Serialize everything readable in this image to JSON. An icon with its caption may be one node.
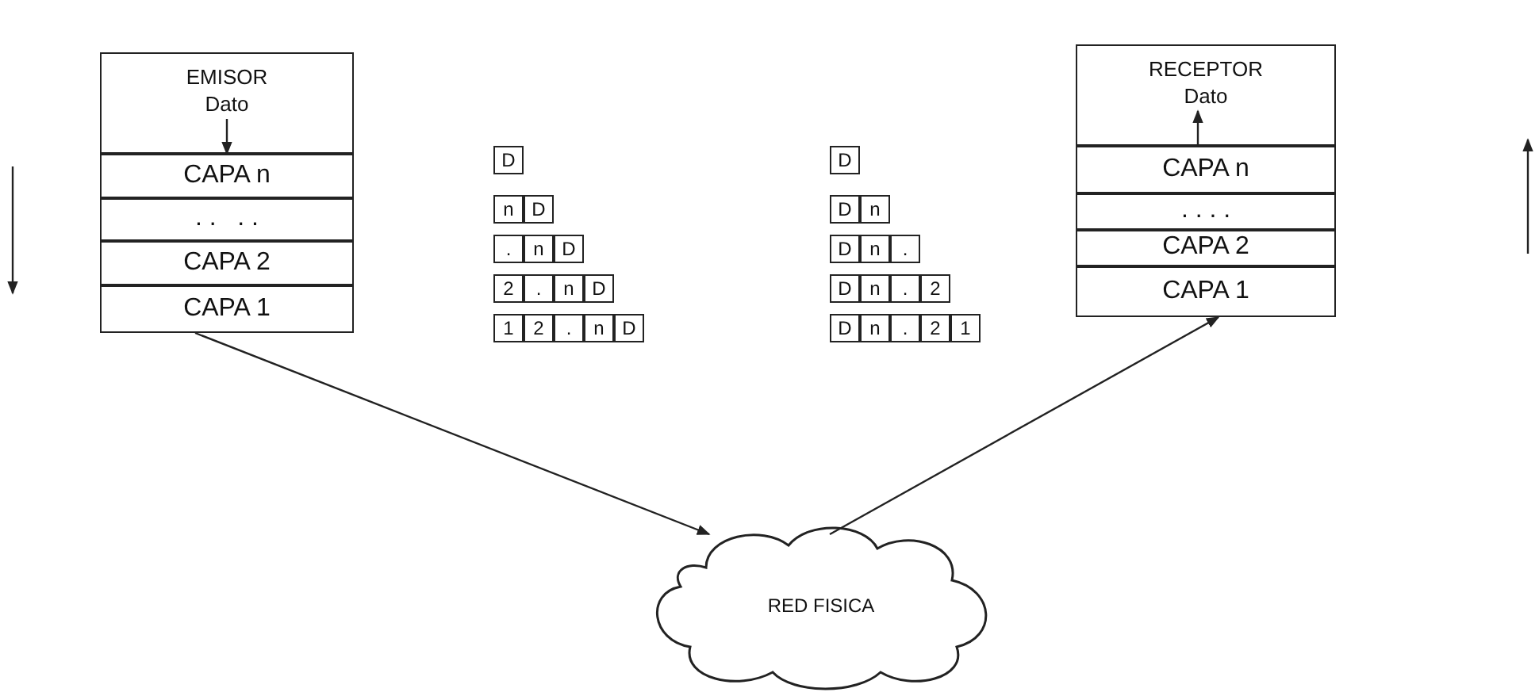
{
  "diagram": {
    "nodes": [
      {
        "text": [
          "EMISOR",
          "Dato"
        ]
      },
      {
        "text": [
          "CAPA n"
        ]
      },
      {
        "text": [
          ". .   . ."
        ]
      },
      {
        "text": [
          "CAPA 2"
        ]
      },
      {
        "text": [
          "CAPA 1"
        ]
      },
      {
        "text": [
          "D"
        ]
      },
      {
        "text": [
          "n"
        ]
      },
      {
        "text": [
          "D"
        ]
      },
      {
        "text": [
          "."
        ]
      },
      {
        "text": [
          "n"
        ]
      },
      {
        "text": [
          "D"
        ]
      },
      {
        "text": [
          "2"
        ]
      },
      {
        "text": [
          "."
        ]
      },
      {
        "text": [
          "n"
        ]
      },
      {
        "text": [
          "D"
        ]
      },
      {
        "text": [
          "1"
        ]
      },
      {
        "text": [
          "2"
        ]
      },
      {
        "text": [
          "."
        ]
      },
      {
        "text": [
          "n"
        ]
      },
      {
        "text": [
          "D"
        ]
      },
      {
        "text": [
          "D"
        ]
      },
      {
        "text": [
          "D"
        ]
      },
      {
        "text": [
          "n"
        ]
      },
      {
        "text": [
          "D"
        ]
      },
      {
        "text": [
          "n"
        ]
      },
      {
        "text": [
          "."
        ]
      },
      {
        "text": [
          "D"
        ]
      },
      {
        "text": [
          "n"
        ]
      },
      {
        "text": [
          "."
        ]
      },
      {
        "text": [
          "2"
        ]
      },
      {
        "text": [
          "D"
        ]
      },
      {
        "text": [
          "n"
        ]
      },
      {
        "text": [
          "."
        ]
      },
      {
        "text": [
          "2"
        ]
      },
      {
        "text": [
          "1"
        ]
      },
      {
        "text": [
          "RECEPTOR",
          "Dato"
        ]
      },
      {
        "text": [
          "CAPA n"
        ]
      },
      {
        "text": [
          ". . . ."
        ]
      },
      {
        "text": [
          "CAPA 2"
        ]
      },
      {
        "text": [
          "CAPA 1"
        ]
      },
      {
        "text": [
          "RED FISICA"
        ]
      }
    ],
    "edges": [
      {
        "from": 0,
        "to": 1,
        "arrow": "to"
      },
      {
        "from": 36,
        "to": 35,
        "arrow": "to"
      },
      {
        "from": 4,
        "to": 40,
        "arrow": "to"
      },
      {
        "from": 40,
        "to": 39,
        "arrow": "to"
      }
    ]
  }
}
